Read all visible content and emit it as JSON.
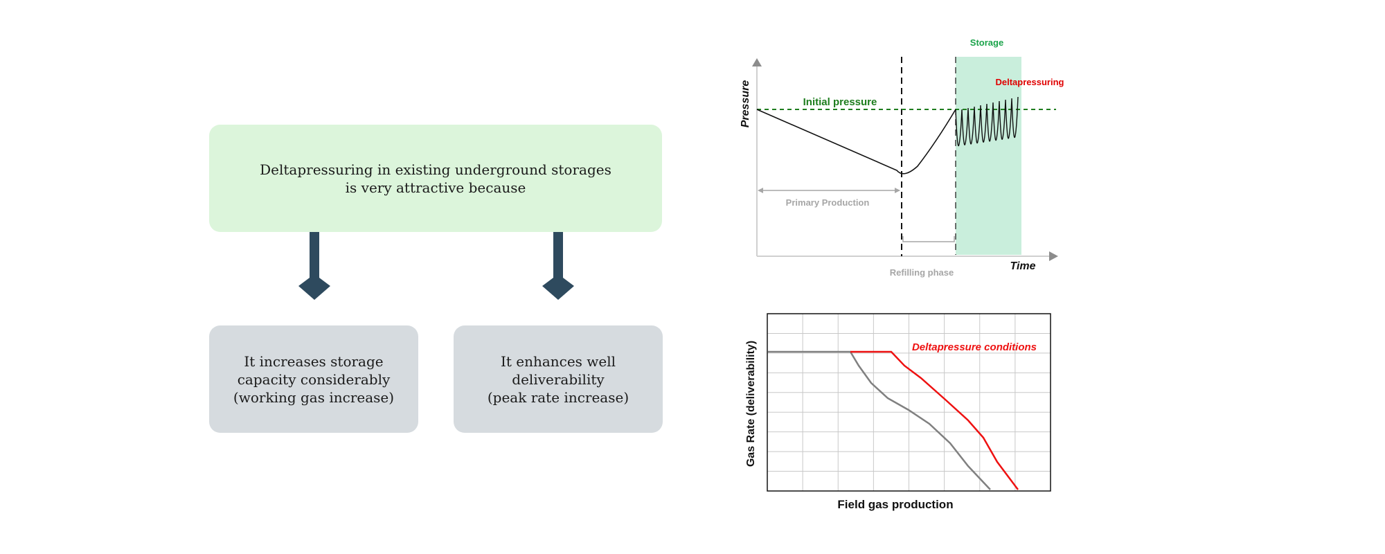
{
  "flow": {
    "top_box": "Deltapressuring in existing underground storages\nis very attractive because",
    "left_box": "It increases storage\ncapacity  considerably\n(working gas increase)",
    "right_box": "It enhances well\ndeliverability\n(peak rate increase)",
    "arrow_color": "#2e4a5e",
    "top_box_color": "#dcf5db",
    "bottom_box_color": "#d6dbdf"
  },
  "pressure_diagram": {
    "y_axis_label": "Pressure",
    "x_axis_label": "Time",
    "initial_pressure_label": "Initial pressure",
    "storage_label": "Storage",
    "deltapressuring_label": "Deltapressuring",
    "primary_production_label": "Primary Production",
    "refilling_phase_label": "Refilling phase",
    "colors": {
      "initial_pressure": "#1e7d1e",
      "storage_text": "#1aa34a",
      "storage_band": "#c9eedc",
      "deltapressuring": "#e00000",
      "phase_text": "#a6a6a6"
    }
  },
  "deliverability_chart": {
    "y_axis_label": "Gas Rate (deliverability)",
    "x_axis_label": "Field gas production",
    "series_label": "Deltapressure  conditions",
    "colors": {
      "delta_curve": "#ee1111",
      "normal_curve": "#808080",
      "grid": "#c8c8c8",
      "label": "#ee1111"
    }
  }
}
